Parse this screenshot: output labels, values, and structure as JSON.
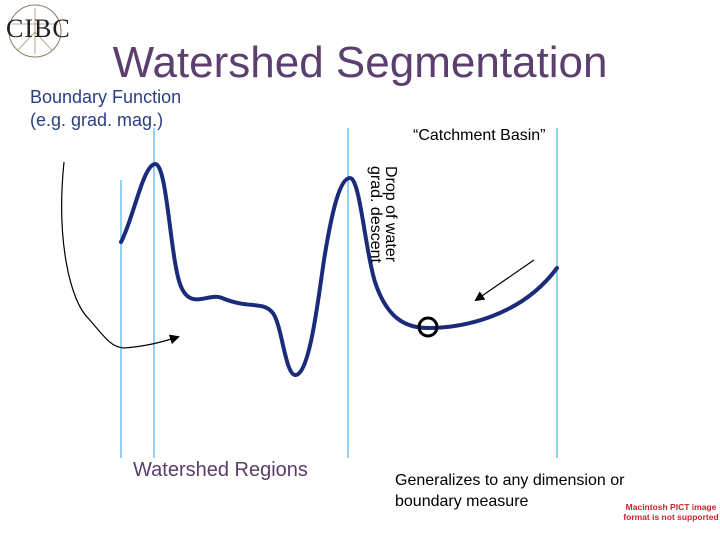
{
  "slide": {
    "title": "Watershed Segmentation",
    "logo_text": "CIBC",
    "boundary_label": "Boundary Function (e.g. grad. mag.)",
    "catchment_label": "“Catchment Basin”",
    "drop_label_line1": "Drop of water",
    "drop_label_line2": "grad. descent",
    "regions_label": "Watershed Regions",
    "generalize_label": "Generalizes to any dimension or boundary measure",
    "pict_note": "Macintosh PICT image format is not supported"
  },
  "colors": {
    "title": "#5b3f6e",
    "boundary_label": "#2a3e82",
    "curve": "#1b2b7a",
    "divider_lines": "#6fc3e8",
    "arrows": "#000000",
    "pict_note": "#c7272b"
  },
  "icons": {
    "logo": "vitruvian-man-logo-icon",
    "minimum_marker": "circle-marker-icon"
  }
}
